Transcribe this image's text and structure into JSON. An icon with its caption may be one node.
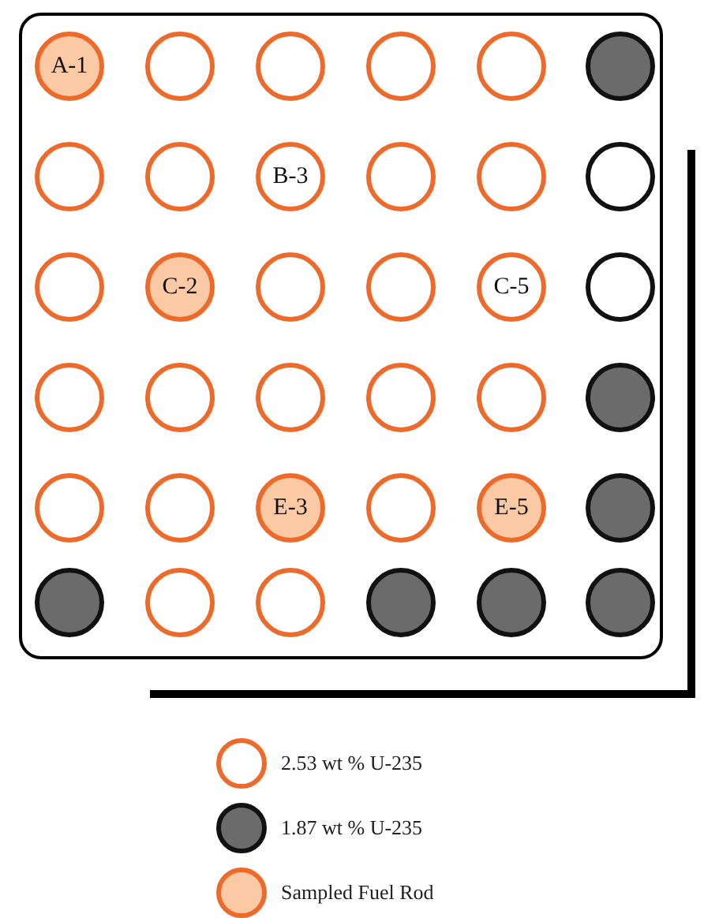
{
  "diagram": {
    "nodes": [
      {
        "text": [],
        "shape": "box"
      },
      {
        "text": [
          "A-1"
        ],
        "in": 0
      },
      {
        "text": [],
        "shape": "circle",
        "in": 0
      },
      {
        "text": [],
        "shape": "circle",
        "in": 0
      },
      {
        "text": [],
        "shape": "circle",
        "in": 0
      },
      {
        "text": [],
        "shape": "circle",
        "in": 0
      },
      {
        "text": [],
        "shape": "circle",
        "in": 0
      },
      {
        "text": [],
        "shape": "circle",
        "in": 0
      },
      {
        "text": [],
        "shape": "circle",
        "in": 0
      },
      {
        "text": [
          "B-3"
        ],
        "in": 0
      },
      {
        "text": [],
        "shape": "circle",
        "in": 0
      },
      {
        "text": [],
        "shape": "circle",
        "in": 0
      },
      {
        "text": [],
        "shape": "circle",
        "in": 0
      },
      {
        "text": [],
        "shape": "circle",
        "in": 0
      },
      {
        "text": [
          "C-2"
        ],
        "in": 0
      },
      {
        "text": [],
        "shape": "circle",
        "in": 0
      },
      {
        "text": [],
        "shape": "circle",
        "in": 0
      },
      {
        "text": [
          "C-5"
        ],
        "in": 0
      },
      {
        "text": [],
        "shape": "circle",
        "in": 0
      },
      {
        "text": [],
        "shape": "circle",
        "in": 0
      },
      {
        "text": [],
        "shape": "circle",
        "in": 0
      },
      {
        "text": [],
        "shape": "circle",
        "in": 0
      },
      {
        "text": [],
        "shape": "circle",
        "in": 0
      },
      {
        "text": [],
        "shape": "circle",
        "in": 0
      },
      {
        "text": [],
        "shape": "circle",
        "in": 0
      },
      {
        "text": [],
        "shape": "circle",
        "in": 0
      },
      {
        "text": [],
        "shape": "circle",
        "in": 0
      },
      {
        "text": [
          "E-3"
        ],
        "in": 0
      },
      {
        "text": [],
        "shape": "circle",
        "in": 0
      },
      {
        "text": [
          "E-5"
        ],
        "in": 0
      },
      {
        "text": [],
        "shape": "circle",
        "in": 0
      },
      {
        "text": [],
        "shape": "circle",
        "in": 0
      },
      {
        "text": [],
        "shape": "circle",
        "in": 0
      },
      {
        "text": [],
        "shape": "circle",
        "in": 0
      },
      {
        "text": [],
        "shape": "circle",
        "in": 0
      },
      {
        "text": [],
        "shape": "circle",
        "in": 0
      },
      {
        "text": [],
        "shape": "circle",
        "in": 0
      }
    ],
    "legend": [
      {
        "text": "2.53 wt % U-235"
      },
      {
        "text": "1.87 wt % U-235"
      },
      {
        "text": "Sampled Fuel Rod"
      }
    ]
  }
}
